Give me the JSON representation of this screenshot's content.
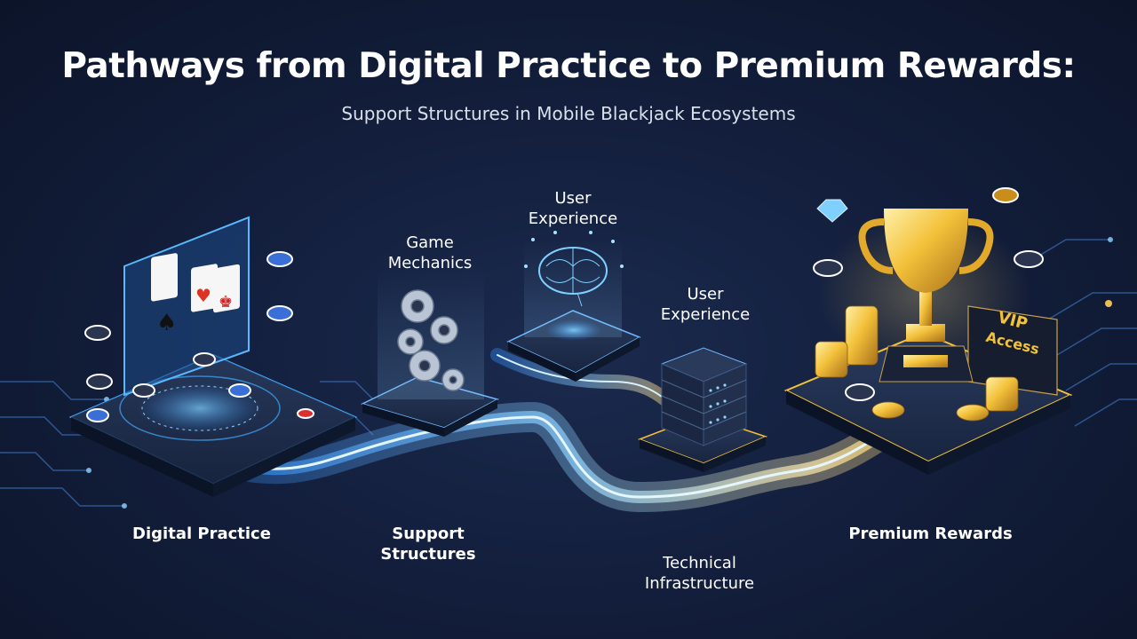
{
  "title": "Pathways from Digital Practice to Premium Rewards:",
  "subtitle": "Support Structures in Mobile Blackjack Ecosystems",
  "nodes": {
    "digital_practice": "Digital Practice",
    "game_mechanics": "Game\nMechanics",
    "support_structures": "Support\nStructures",
    "user_experience_top": "User\nExperience",
    "user_experience_mid": "User\nExperience",
    "technical_infrastructure": "Technical\nInfrastructure",
    "premium_rewards": "Premium Rewards"
  },
  "badge": {
    "vip_line1": "VIP",
    "vip_line2": "Access"
  },
  "colors": {
    "background": "#131f3d",
    "accent_blue": "#3fa9ff",
    "gold": "#f3c13a",
    "platform": "#1c2a47"
  },
  "icons": [
    "playing-cards-icon",
    "poker-chip-icon",
    "gears-icon",
    "brain-icon",
    "server-rack-icon",
    "trophy-icon",
    "coin-stack-icon",
    "diamond-icon"
  ]
}
